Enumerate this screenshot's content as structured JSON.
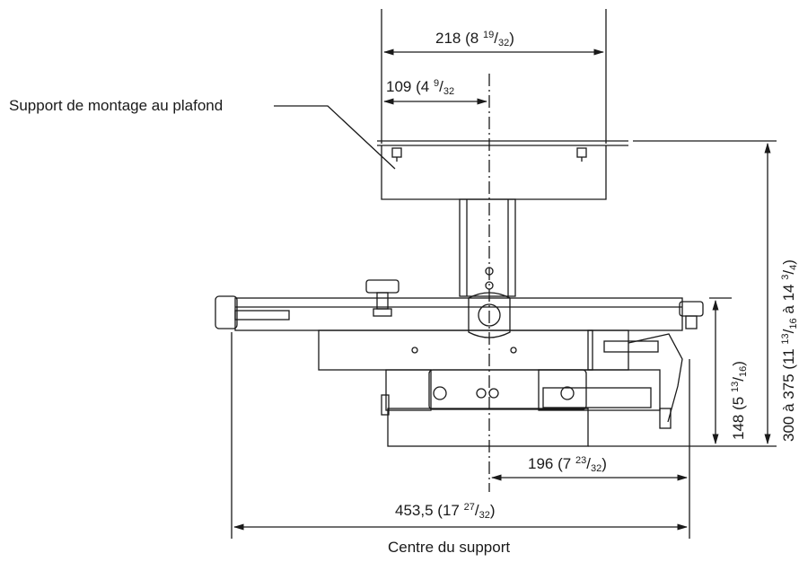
{
  "labels": {
    "ceiling_bracket": "Support de montage au plafond",
    "center_of_support": "Centre du support"
  },
  "dimensions": {
    "top_width": {
      "value": "218",
      "paren": "(8",
      "num": "19",
      "den": "32",
      "close": ")"
    },
    "half_width": {
      "value": "109",
      "paren": "(4",
      "num": "9",
      "den": "32",
      "close": ""
    },
    "total_width": {
      "value": "453,5",
      "paren": "(17",
      "num": "27",
      "den": "32",
      "close": ")"
    },
    "right_offset": {
      "value": "196",
      "paren": "(7",
      "num": "23",
      "den": "32",
      "close": ")"
    },
    "height_body": {
      "value": "148",
      "paren": "(5",
      "num": "13",
      "den": "16",
      "close": ")"
    },
    "height_range": {
      "value": "300 à 375",
      "paren": "(11",
      "num": "13",
      "den": "16",
      "mid": "à 14",
      "num2": "3",
      "den2": "4",
      "close": ")"
    }
  },
  "colors": {
    "line": "#1a1a1a",
    "fill": "#ffffff",
    "hatch": "#555555"
  }
}
